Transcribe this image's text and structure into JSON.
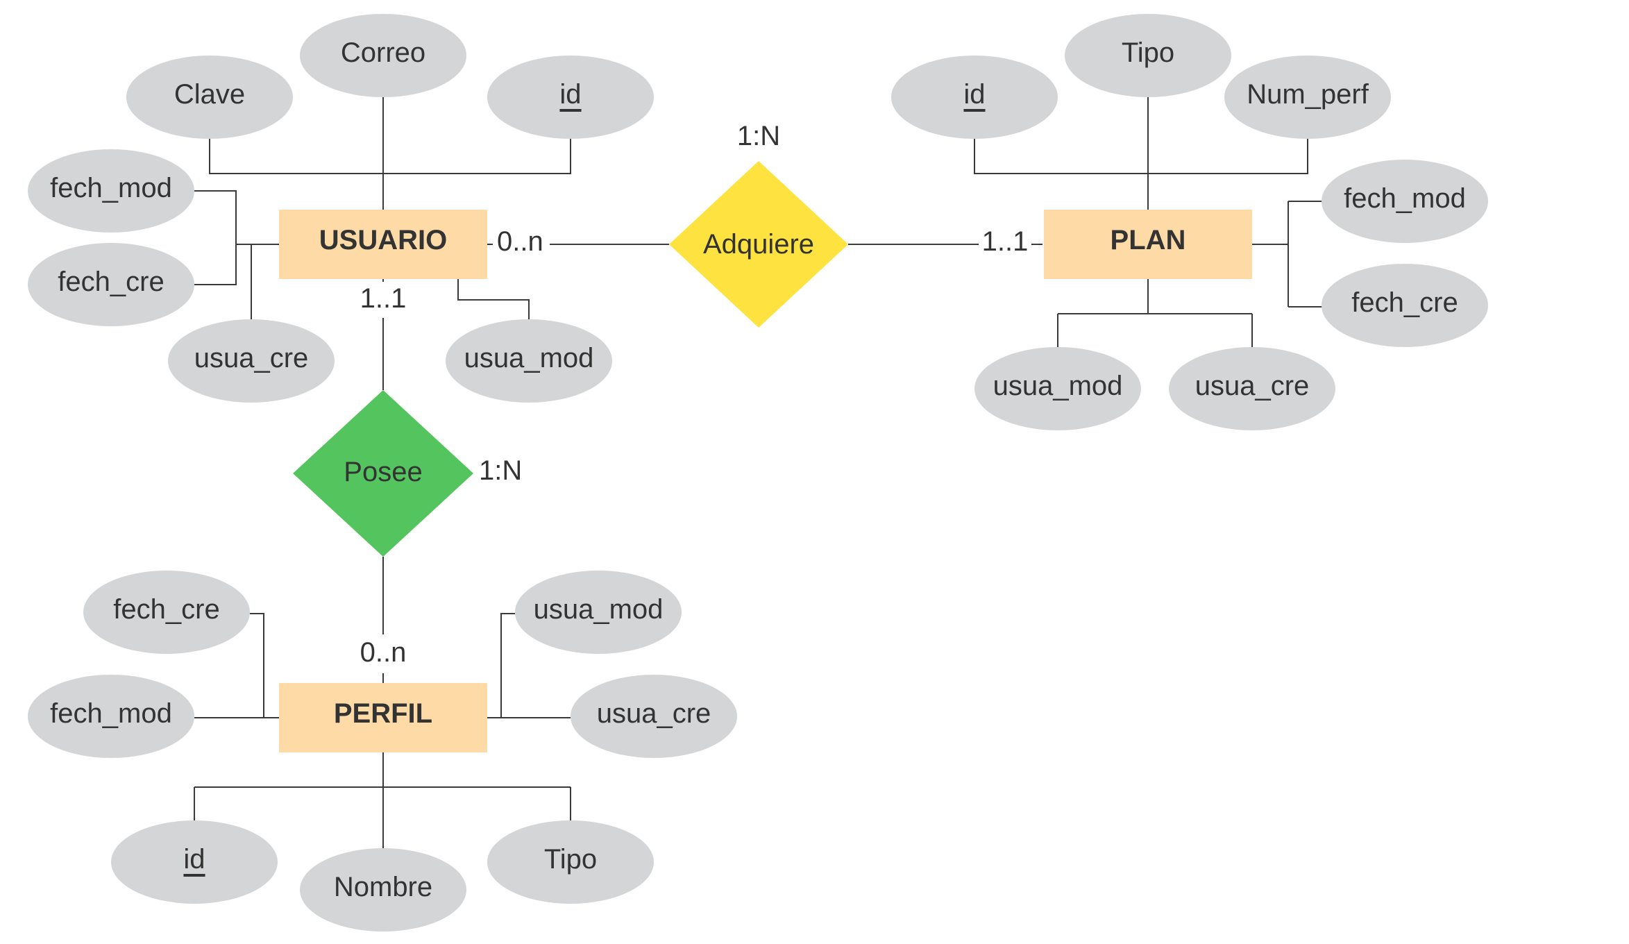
{
  "diagram": {
    "entities": {
      "usuario": "USUARIO",
      "plan": "PLAN",
      "perfil": "PERFIL"
    },
    "relationships": {
      "adquiere": {
        "label": "Adquiere",
        "ratio": "1:N",
        "color": "#fee240"
      },
      "posee": {
        "label": "Posee",
        "ratio": "1:N",
        "color": "#54c45e"
      }
    },
    "cardinalities": {
      "usuario_adquiere": "0..n",
      "adquiere_plan": "1..1",
      "usuario_posee": "1..1",
      "posee_perfil": "0..n"
    },
    "attributes": {
      "usuario": {
        "clave": "Clave",
        "correo": "Correo",
        "id": "id",
        "fech_mod": "fech_mod",
        "fech_cre": "fech_cre",
        "usua_cre": "usua_cre",
        "usua_mod": "usua_mod"
      },
      "plan": {
        "id": "id",
        "tipo": "Tipo",
        "num_perf": "Num_perf",
        "fech_mod": "fech_mod",
        "fech_cre": "fech_cre",
        "usua_mod": "usua_mod",
        "usua_cre": "usua_cre"
      },
      "perfil": {
        "fech_cre": "fech_cre",
        "fech_mod": "fech_mod",
        "usua_mod": "usua_mod",
        "usua_cre": "usua_cre",
        "id": "id",
        "nombre": "Nombre",
        "tipo": "Tipo"
      }
    },
    "colors": {
      "entity_fill": "#fedba6",
      "attribute_fill": "#d4d5d7",
      "line": "#3a3a3a",
      "text": "#333333"
    }
  }
}
